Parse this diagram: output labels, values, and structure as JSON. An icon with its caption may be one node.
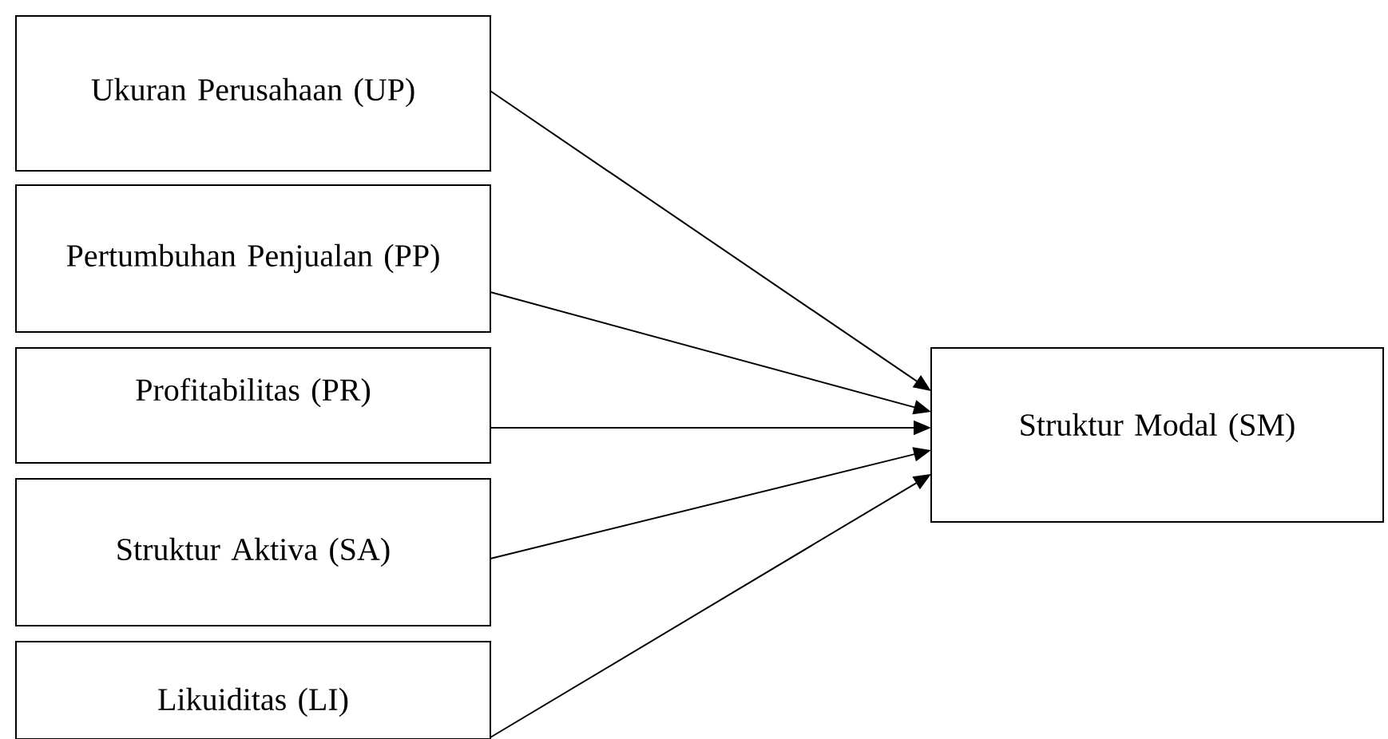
{
  "diagram": {
    "nodes": [
      {
        "text": [
          "Ukuran Perusahaan (UP)"
        ]
      },
      {
        "text": [
          "Pertumbuhan Penjualan (PP)"
        ]
      },
      {
        "text": [
          "Profitabilitas (PR)"
        ]
      },
      {
        "text": [
          "Struktur Aktiva (SA)"
        ]
      },
      {
        "text": [
          "Likuiditas (LI)"
        ]
      },
      {
        "text": [
          "Struktur Modal (SM)"
        ]
      }
    ],
    "edges": [
      {
        "from": 0,
        "to": 5,
        "arrow": "to"
      },
      {
        "from": 1,
        "to": 5,
        "arrow": "to"
      },
      {
        "from": 2,
        "to": 5,
        "arrow": "to"
      },
      {
        "from": 3,
        "to": 5,
        "arrow": "to"
      },
      {
        "from": 4,
        "to": 5,
        "arrow": "to"
      }
    ]
  }
}
